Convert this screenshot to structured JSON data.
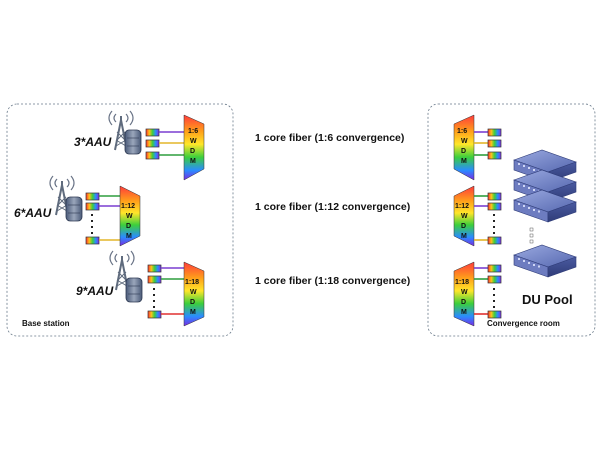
{
  "sites": {
    "left_label": "Base station",
    "right_label": "Convergence room",
    "pool_label": "DU Pool"
  },
  "groups": [
    {
      "aau_label": "3*AAU",
      "ratio": "1:6",
      "fiber_label": "1 core fiber (1:6 convergence)"
    },
    {
      "aau_label": "6*AAU",
      "ratio": "1:12",
      "fiber_label": "1 core fiber (1:12 convergence)"
    },
    {
      "aau_label": "9*AAU",
      "ratio": "1:18",
      "fiber_label": "1 core fiber (1:18 convergence)"
    }
  ],
  "wdm_letters": [
    "W",
    "D",
    "M"
  ],
  "colors": {
    "border": "#6a7a8a",
    "fiber_gradient": [
      "#ff2a2a",
      "#ff9f1a",
      "#ffe62a",
      "#3ccf3c",
      "#2a8cff",
      "#8a2be2"
    ],
    "rainbow_box": [
      "#ff3030",
      "#ffc21a",
      "#3ccf3c",
      "#2a8cff",
      "#8a2be2"
    ],
    "line_colors": [
      "#7a3fd0",
      "#2e9e3e",
      "#e3b52a",
      "#e03030"
    ],
    "server": "#5a6fb5"
  },
  "icons": [
    "antenna-tower-icon",
    "aau-radio-icon",
    "optical-module-icon",
    "wdm-multiplexer-icon",
    "server-rack-icon"
  ]
}
